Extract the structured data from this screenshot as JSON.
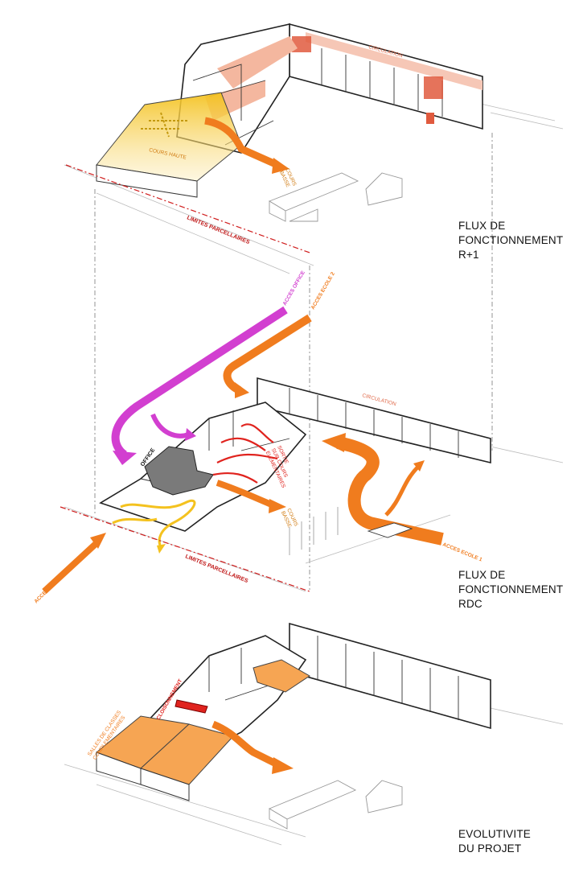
{
  "panels": {
    "r1": {
      "title": [
        "FLUX DE",
        "FONCTIONNEMENT",
        "R+1"
      ],
      "labels": {
        "circulation": "CIRCULATION",
        "cours_haute": "COURS HAUTE",
        "cours_basse": "COURS\nBASSE",
        "limites": "LIMITES PARCELLAIRES"
      }
    },
    "rdc": {
      "title": [
        "FLUX DE",
        "FONCTIONNEMENT",
        "RDC"
      ],
      "labels": {
        "acces_office": "ACCES OFFICE",
        "acces_ecole2": "ACCES ECOLE 2",
        "circulation": "CIRCULATION",
        "office": "OFFICE",
        "sortie": "SORTIE\nSUR COURS\nELEMENTAIRES",
        "cours_basse": "COURS\nBASSE",
        "limites": "LIMITES PARCELLAIRES",
        "acces_college": "ACCES COLLEGE",
        "acces_ecole1": "ACCES ECOLE 1"
      }
    },
    "evol": {
      "title": [
        "EVOLUTIVITE",
        "DU PROJET"
      ],
      "labels": {
        "cloisonnement": "CLOISONNEMENT",
        "salles": "SALLES DE CLASSES\nCOMPLEMENTAIRES"
      }
    }
  },
  "colors": {
    "orange": "#f07c1e",
    "magenta": "#d23fd0",
    "red": "#e0231e",
    "yellow": "#f4c21f",
    "salmon": "#f2a58a",
    "grey": "#777777",
    "light_orange": "#f6a553"
  }
}
